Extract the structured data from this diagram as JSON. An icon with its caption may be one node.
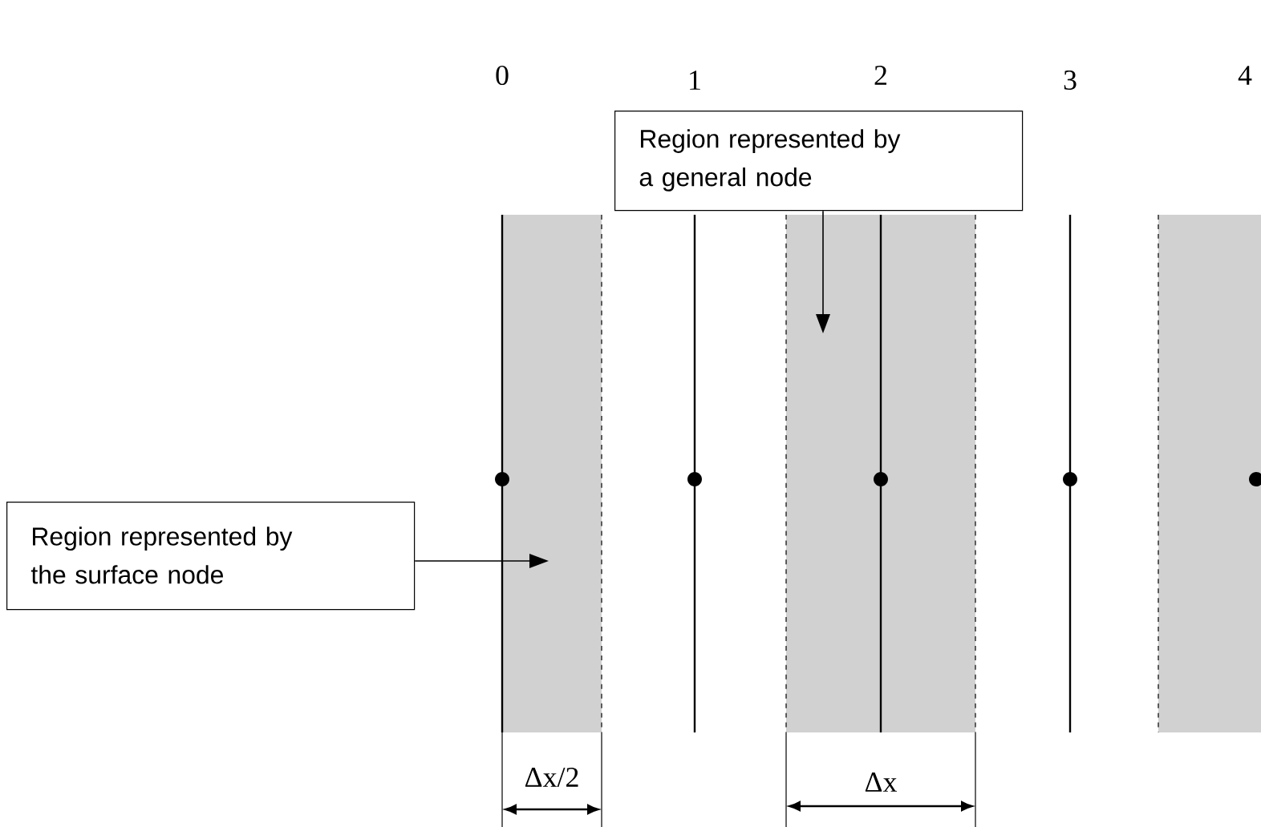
{
  "diagram": {
    "nodes": [
      {
        "text": [
          "Region represented by a general node"
        ]
      },
      {
        "text": [],
        "shape": "box"
      },
      {
        "text": [
          "Region represented by the surface node"
        ]
      },
      {
        "text": [],
        "shape": "box"
      }
    ],
    "edges": [
      {
        "from": 0,
        "to": 3,
        "arrow": "to"
      },
      {
        "from": 2,
        "to": 1,
        "arrow": "to"
      }
    ],
    "labels": [
      "0",
      "1",
      "2",
      "3",
      "4",
      "Δx/2",
      "Δx"
    ]
  }
}
